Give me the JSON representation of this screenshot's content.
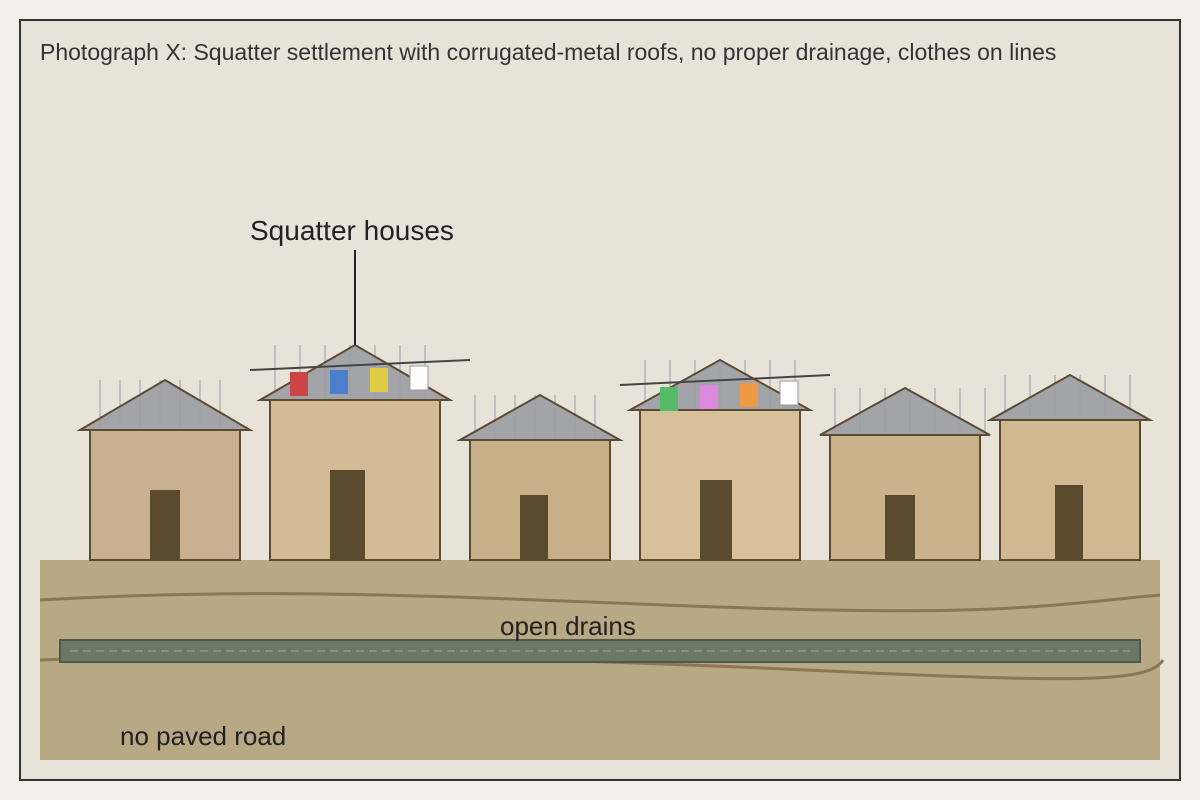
{
  "caption": "Photograph X: Squatter settlement with corrugated-metal roofs, no proper drainage, clothes on lines",
  "labels": {
    "houses": "Squatter houses",
    "drains": "open drains",
    "road": "no paved road"
  },
  "colors": {
    "frame_bg": "#e8e3d8",
    "ground": "#b8a883",
    "roof": "#9c9ea3",
    "drain": "#6b7868",
    "door": "#5a4a2e",
    "outline": "#5c4a33"
  },
  "clothes_colors": [
    "#cc4444",
    "#4a7fcc",
    "#ddcc44",
    "#ffffff",
    "#55bb66",
    "#dd88dd",
    "#ee9944",
    "#ffffff"
  ]
}
